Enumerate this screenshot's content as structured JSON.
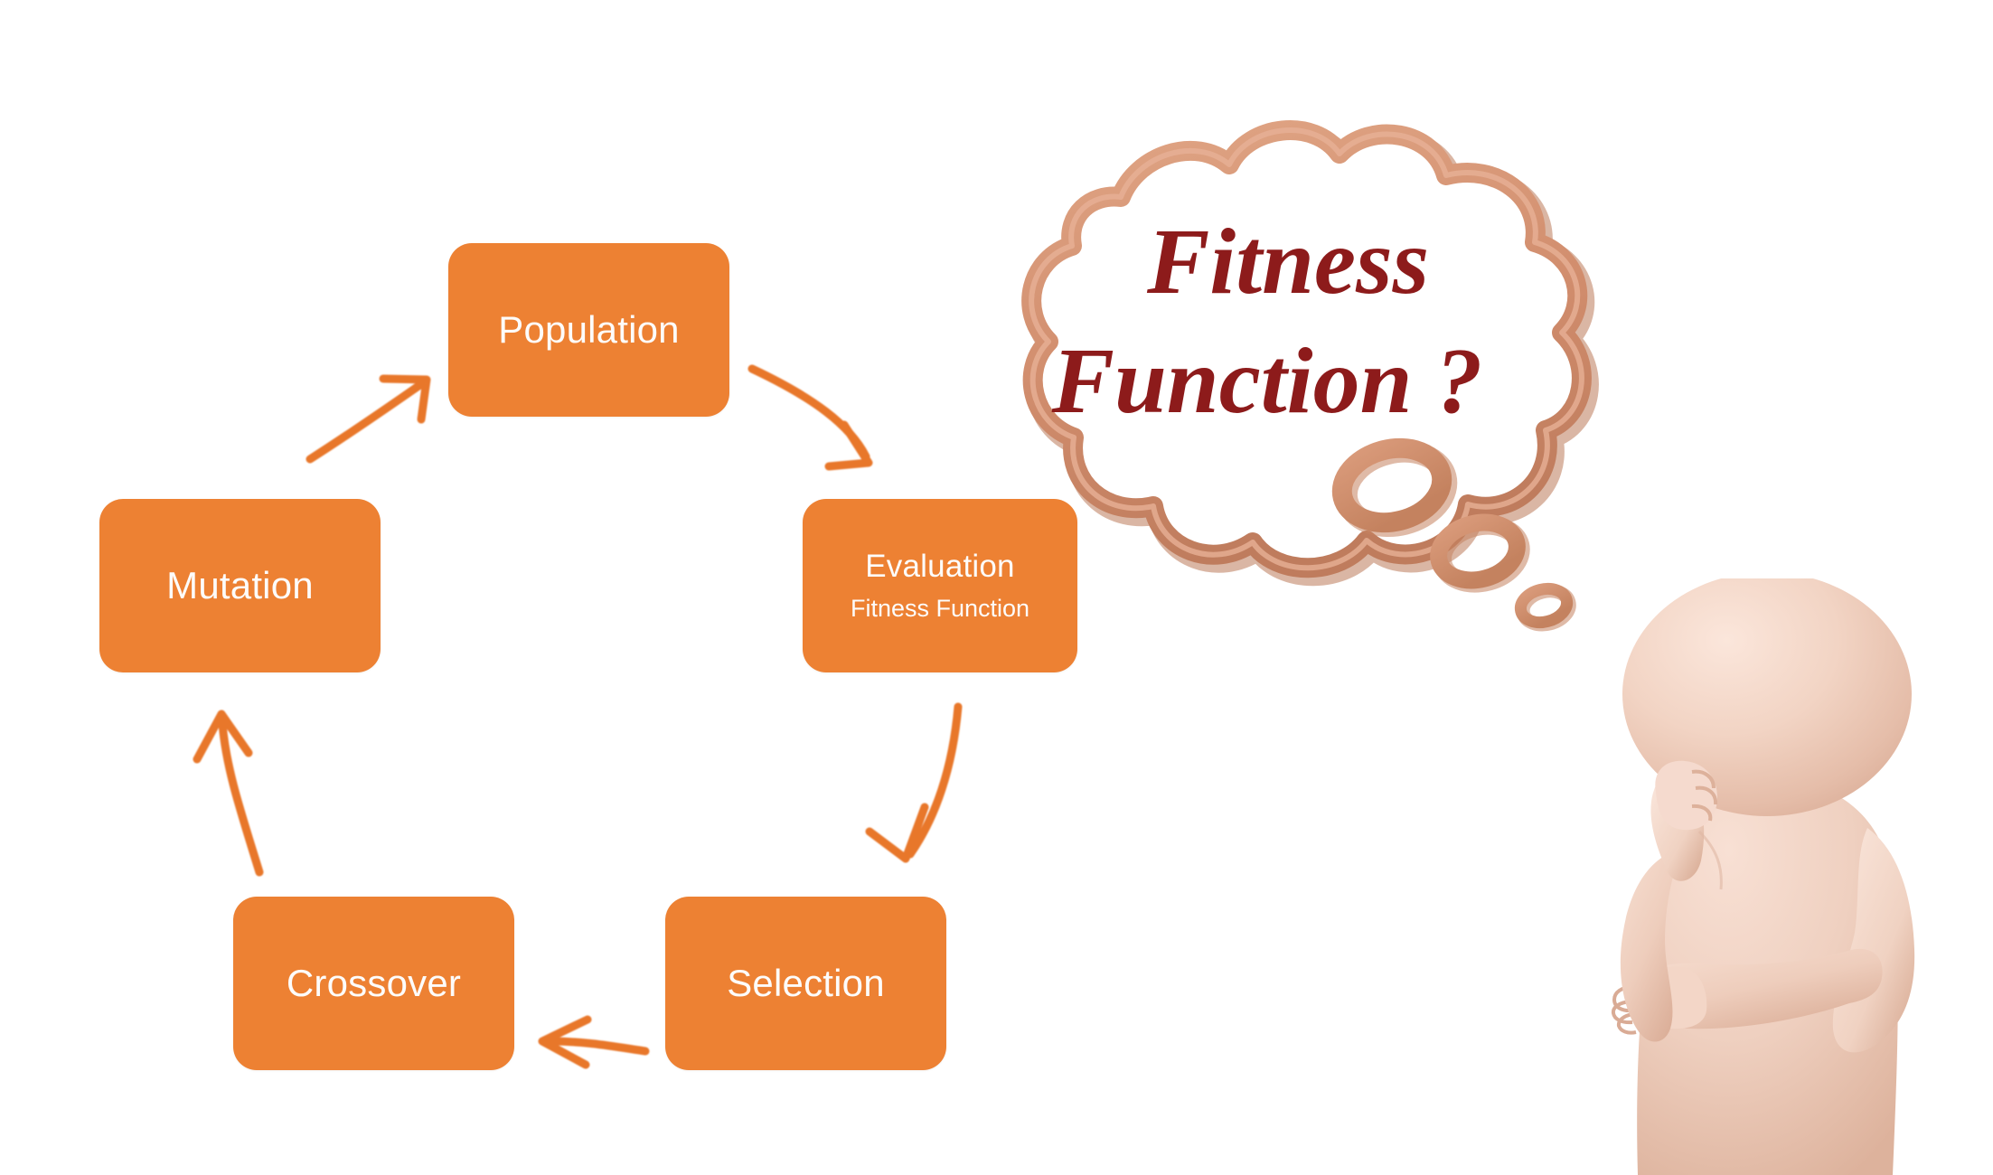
{
  "diagram": {
    "kind": "genetic-algorithm-cycle",
    "background_color": "#ffffff",
    "node_fill_color": "#ed8133",
    "node_text_color": "#fdfcfb",
    "arrow_color": "#e8772a",
    "nodes": [
      {
        "id": "population",
        "title": "Population",
        "subtitle": ""
      },
      {
        "id": "evaluation",
        "title": "Evaluation",
        "subtitle": "Fitness Function"
      },
      {
        "id": "selection",
        "title": "Selection",
        "subtitle": ""
      },
      {
        "id": "crossover",
        "title": "Crossover",
        "subtitle": ""
      },
      {
        "id": "mutation",
        "title": "Mutation",
        "subtitle": ""
      }
    ],
    "edges": [
      {
        "from": "population",
        "to": "evaluation",
        "direction": "down-right"
      },
      {
        "from": "evaluation",
        "to": "selection",
        "direction": "down"
      },
      {
        "from": "selection",
        "to": "crossover",
        "direction": "left"
      },
      {
        "from": "crossover",
        "to": "mutation",
        "direction": "up"
      },
      {
        "from": "mutation",
        "to": "population",
        "direction": "up-right"
      }
    ]
  },
  "thought_bubble": {
    "line1": "Fitness",
    "line2": "Function ?",
    "text_color": "#8d1b1b",
    "outline_color": "#d18d6d",
    "fill_color": "#ffffff",
    "tail_bubble_count": 3
  },
  "character": {
    "name": "thinking-figure",
    "pose": "hand-on-chin-arms-crossed",
    "skin_color": "#eed1c0"
  }
}
